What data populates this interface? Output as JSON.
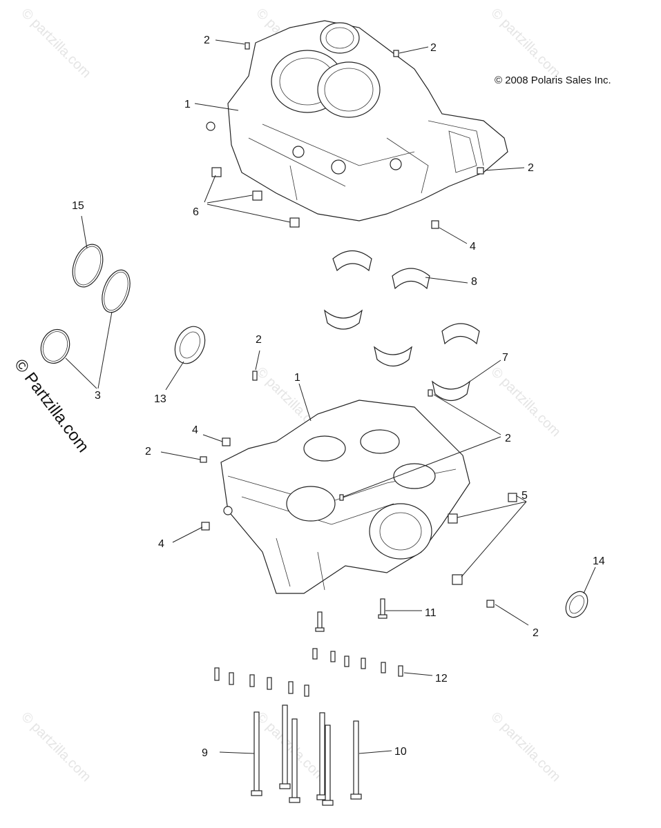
{
  "copyright": "© 2008 Polaris Sales Inc.",
  "side_watermark": "© Partzilla.com",
  "watermark_text": "© partzilla.com",
  "callouts": {
    "c1_top": "1",
    "c1_bottom": "1",
    "c2_a": "2",
    "c2_b": "2",
    "c2_c": "2",
    "c2_d": "2",
    "c2_e": "2",
    "c2_f": "2",
    "c2_g": "2",
    "c3": "3",
    "c4_a": "4",
    "c4_b": "4",
    "c4_c": "4",
    "c5": "5",
    "c6": "6",
    "c7": "7",
    "c8": "8",
    "c9": "9",
    "c10": "10",
    "c11": "11",
    "c12": "12",
    "c13": "13",
    "c14": "14",
    "c15": "15"
  }
}
